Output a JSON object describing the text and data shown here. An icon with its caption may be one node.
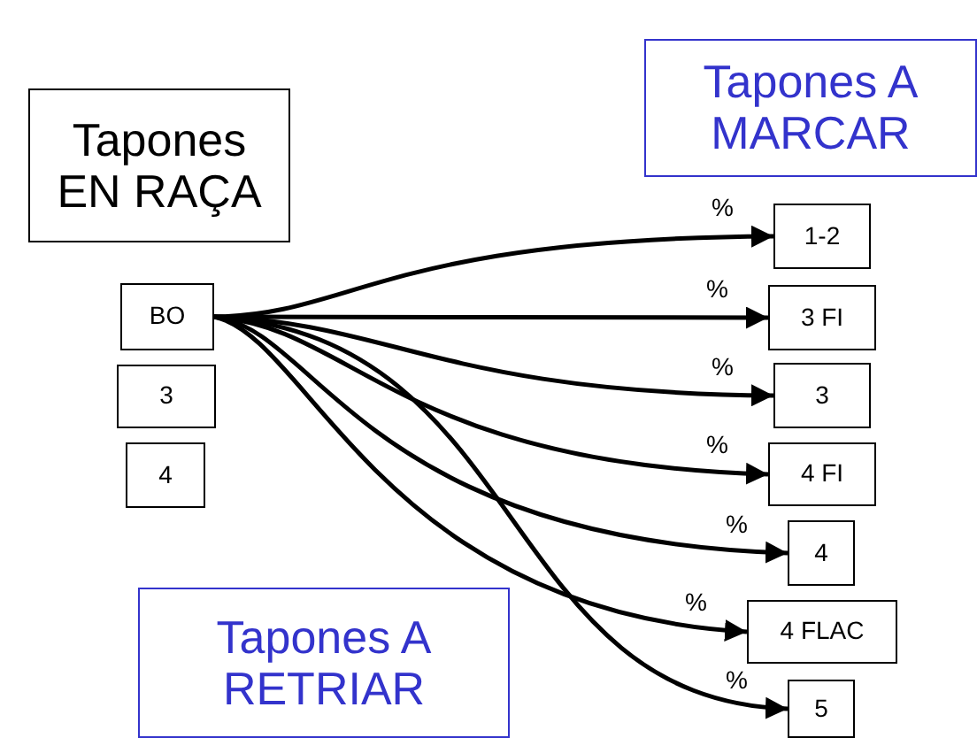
{
  "diagram": {
    "nodes": [
      {
        "text": [
          "Tapones EN RAÇA"
        ]
      },
      {
        "text": [
          "Tapones A MARCAR"
        ]
      },
      {
        "text": [
          "BO"
        ]
      },
      {
        "text": [
          "3"
        ]
      },
      {
        "text": [
          "4"
        ]
      },
      {
        "text": [
          "1-2"
        ]
      },
      {
        "text": [
          "3 FI"
        ]
      },
      {
        "text": [
          "3"
        ]
      },
      {
        "text": [
          "4 FI"
        ]
      },
      {
        "text": [
          "4"
        ]
      },
      {
        "text": [
          "4 FLAC"
        ]
      },
      {
        "text": [
          "5"
        ]
      },
      {
        "text": [
          "Tapones A RETRIAR"
        ]
      }
    ],
    "edges": [
      {
        "from": 2,
        "to": 5,
        "arrow": "to",
        "label": "%"
      },
      {
        "from": 2,
        "to": 6,
        "arrow": "to",
        "label": "%"
      },
      {
        "from": 2,
        "to": 7,
        "arrow": "to",
        "label": "%"
      },
      {
        "from": 2,
        "to": 8,
        "arrow": "to",
        "label": "%"
      },
      {
        "from": 2,
        "to": 9,
        "arrow": "to",
        "label": "%"
      },
      {
        "from": 2,
        "to": 10,
        "arrow": "to",
        "label": "%"
      },
      {
        "from": 2,
        "to": 11,
        "arrow": "to",
        "label": "%"
      }
    ]
  }
}
